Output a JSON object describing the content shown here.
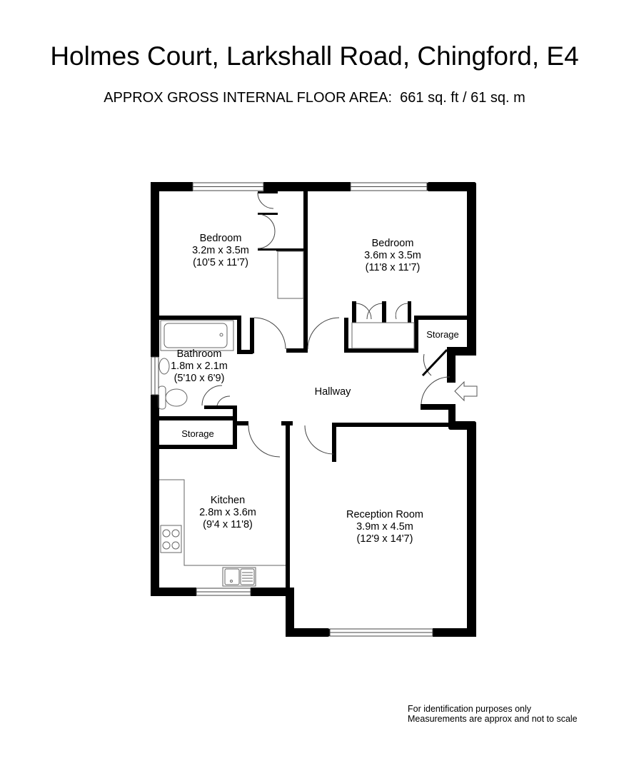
{
  "header": {
    "title": "Holmes Court, Larkshall Road, Chingford, E4",
    "area_label": "APPROX GROSS INTERNAL FLOOR AREA:",
    "area_value": "661 sq. ft / 61 sq. m"
  },
  "rooms": [
    {
      "name": "Bedroom",
      "metric": "3.2m x 3.5m",
      "imperial": "(10'5 x 11'7)"
    },
    {
      "name": "Bedroom",
      "metric": "3.6m x 3.5m",
      "imperial": "(11'8 x 11'7)"
    },
    {
      "name": "Bathroom",
      "metric": "1.8m x 2.1m",
      "imperial": "(5'10 x 6'9)"
    },
    {
      "name": "Storage"
    },
    {
      "name": "Storage"
    },
    {
      "name": "Hallway"
    },
    {
      "name": "Kitchen",
      "metric": "2.8m x 3.6m",
      "imperial": "(9'4 x 11'8)"
    },
    {
      "name": "Reception Room",
      "metric": "3.9m x 4.5m",
      "imperial": "(12'9 x 14'7)"
    }
  ],
  "icons": {
    "entrance": "entrance-arrow-icon"
  },
  "footnote": {
    "line1": "For identification purposes only",
    "line2": "Measurements are approx and not to scale"
  },
  "colors": {
    "wall": "#000000",
    "fixture_line": "#555555",
    "background": "#ffffff"
  }
}
